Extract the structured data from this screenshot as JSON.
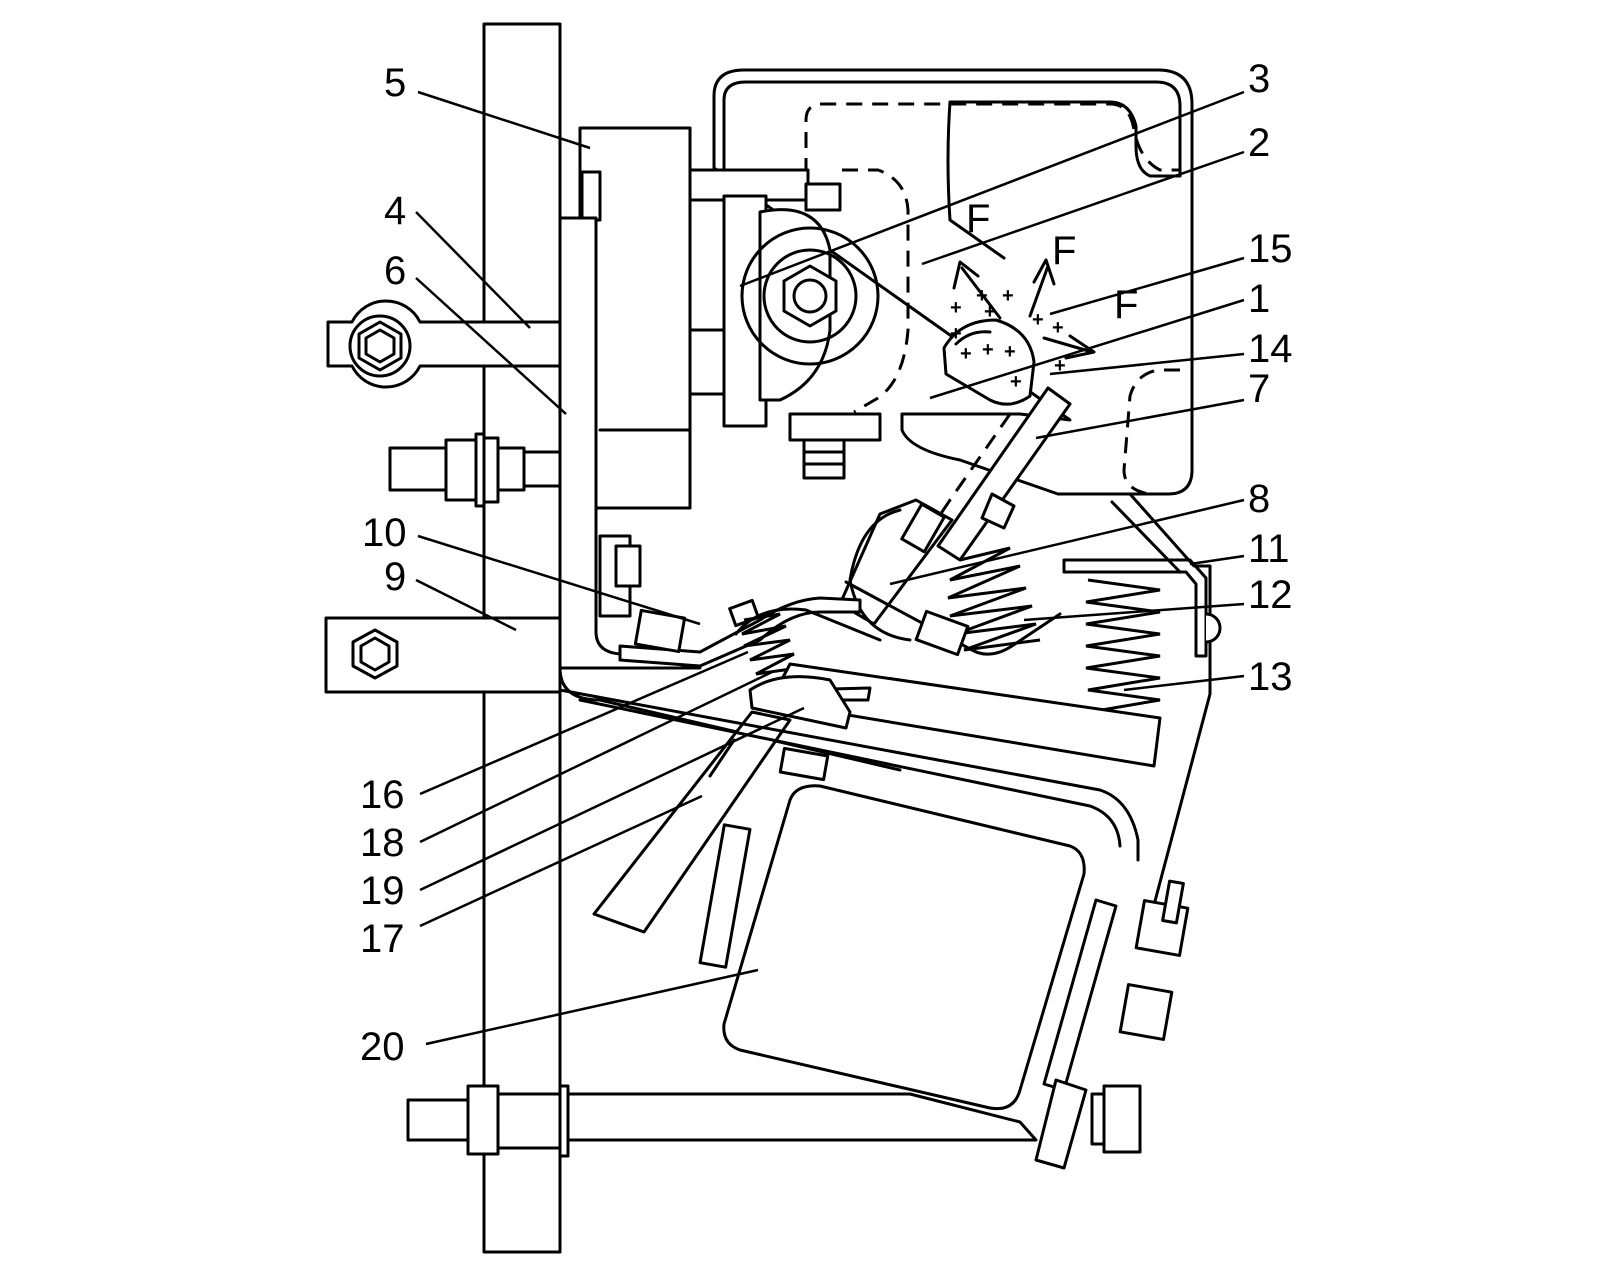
{
  "labels": {
    "p1": "1",
    "p2": "2",
    "p3": "3",
    "p4": "4",
    "p5": "5",
    "p6": "6",
    "p7": "7",
    "p8": "8",
    "p9": "9",
    "p10": "10",
    "p11": "11",
    "p12": "12",
    "p13": "13",
    "p14": "14",
    "p15": "15",
    "p16": "16",
    "p17": "17",
    "p18": "18",
    "p19": "19",
    "p20": "20"
  },
  "forces": {
    "f1": "F",
    "f2": "F",
    "f3": "F"
  },
  "charge": "+"
}
